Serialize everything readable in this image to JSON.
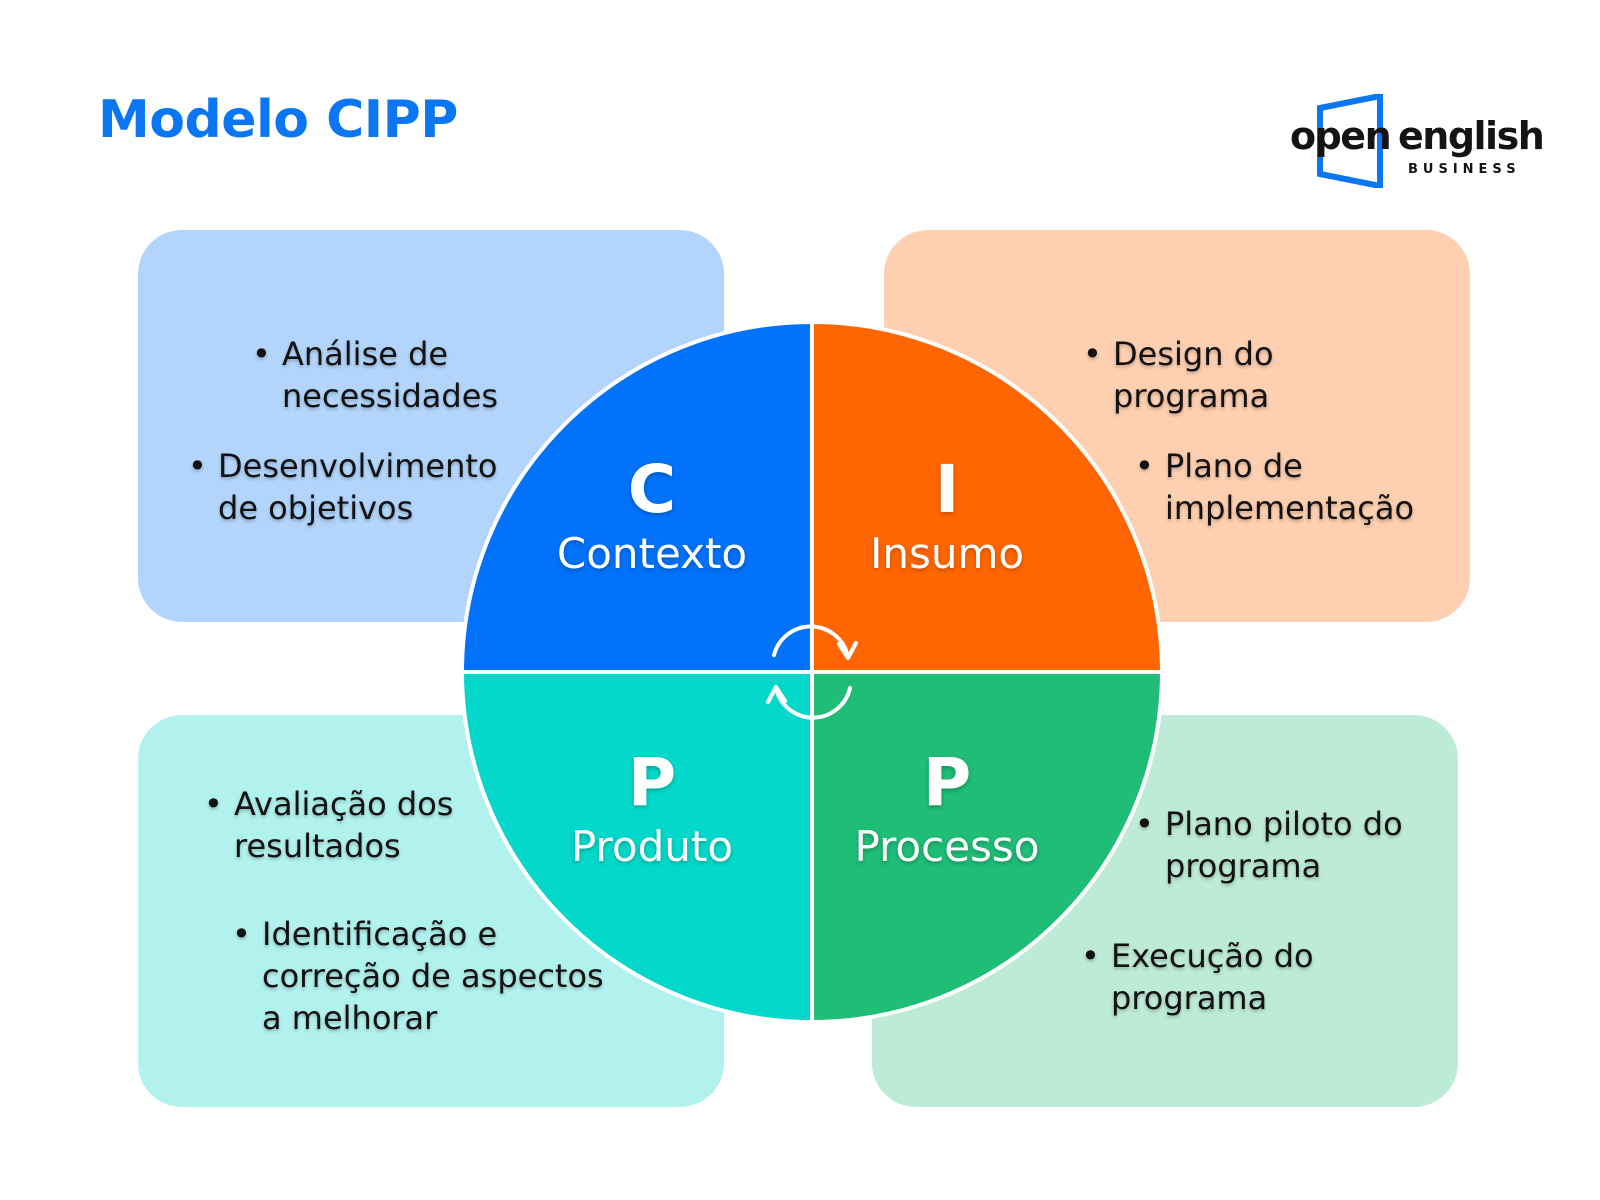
{
  "title": "Modelo CIPP",
  "logo": {
    "word_left": "open",
    "word_right": "english",
    "sub": "BUSINESS",
    "frame_color": "#0a76f2"
  },
  "colors": {
    "contexto": "#0272fa",
    "insumo": "#ff6602",
    "produto": "#04d8ca",
    "processo": "#1fbd76"
  },
  "quadrants": {
    "contexto": {
      "letter": "C",
      "label": "Contexto",
      "bullets": [
        "Análise de necessidades",
        "Desenvolvimento de objetivos"
      ]
    },
    "insumo": {
      "letter": "I",
      "label": "Insumo",
      "bullets": [
        "Design do programa",
        "Plano de implementação"
      ]
    },
    "produto": {
      "letter": "P",
      "label": "Produto",
      "bullets": [
        "Avaliação dos resultados",
        "Identificação e correção de aspectos a melhorar"
      ]
    },
    "processo": {
      "letter": "P",
      "label": "Processo",
      "bullets": [
        "Plano piloto do programa",
        "Execução do programa"
      ]
    }
  },
  "center_icon": "cycle-arrows-icon"
}
